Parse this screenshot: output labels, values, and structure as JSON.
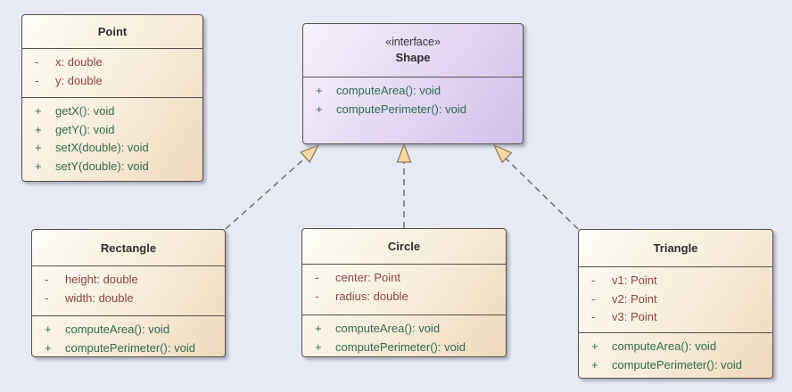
{
  "uml": {
    "interface": {
      "stereotype": "«interface»",
      "name": "Shape",
      "operations": [
        {
          "vis": "+",
          "text": "computeArea(): void"
        },
        {
          "vis": "+",
          "text": "computePerimeter(): void"
        }
      ]
    },
    "classes": [
      {
        "name": "Point",
        "attributes": [
          {
            "vis": "-",
            "text": "x: double"
          },
          {
            "vis": "-",
            "text": "y: double"
          }
        ],
        "operations": [
          {
            "vis": "+",
            "text": "getX(): void"
          },
          {
            "vis": "+",
            "text": "getY(): void"
          },
          {
            "vis": "+",
            "text": "setX(double): void"
          },
          {
            "vis": "+",
            "text": "setY(double): void"
          }
        ]
      },
      {
        "name": "Rectangle",
        "attributes": [
          {
            "vis": "-",
            "text": "height: double"
          },
          {
            "vis": "-",
            "text": "width: double"
          }
        ],
        "operations": [
          {
            "vis": "+",
            "text": "computeArea(): void"
          },
          {
            "vis": "+",
            "text": "computePerimeter(): void"
          }
        ]
      },
      {
        "name": "Circle",
        "attributes": [
          {
            "vis": "-",
            "text": "center: Point"
          },
          {
            "vis": "-",
            "text": "radius: double"
          }
        ],
        "operations": [
          {
            "vis": "+",
            "text": "computeArea(): void"
          },
          {
            "vis": "+",
            "text": "computePerimeter(): void"
          }
        ]
      },
      {
        "name": "Triangle",
        "attributes": [
          {
            "vis": "-",
            "text": "v1: Point"
          },
          {
            "vis": "-",
            "text": "v2: Point"
          },
          {
            "vis": "-",
            "text": "v3: Point"
          }
        ],
        "operations": [
          {
            "vis": "+",
            "text": "computeArea(): void"
          },
          {
            "vis": "+",
            "text": "computePerimeter(): void"
          }
        ]
      }
    ],
    "connectors": [
      {
        "from": "Rectangle",
        "to": "Shape",
        "type": "realization"
      },
      {
        "from": "Circle",
        "to": "Shape",
        "type": "realization"
      },
      {
        "from": "Triangle",
        "to": "Shape",
        "type": "realization"
      }
    ]
  },
  "colors": {
    "background": "#e8eaf3",
    "class_fill_start": "#fefdf8",
    "class_fill_end": "#eed9bc",
    "interface_fill_start": "#f6f3fb",
    "interface_fill_end": "#d2c0ea",
    "border": "#55524b",
    "title_text": "#2f2f2f",
    "attribute_text": "#8a453f",
    "operation_text": "#2f6b4f",
    "connector_line": "#6f6f6f",
    "arrowhead_fill": "#f4d9a7",
    "arrowhead_stroke": "#8c7752"
  }
}
